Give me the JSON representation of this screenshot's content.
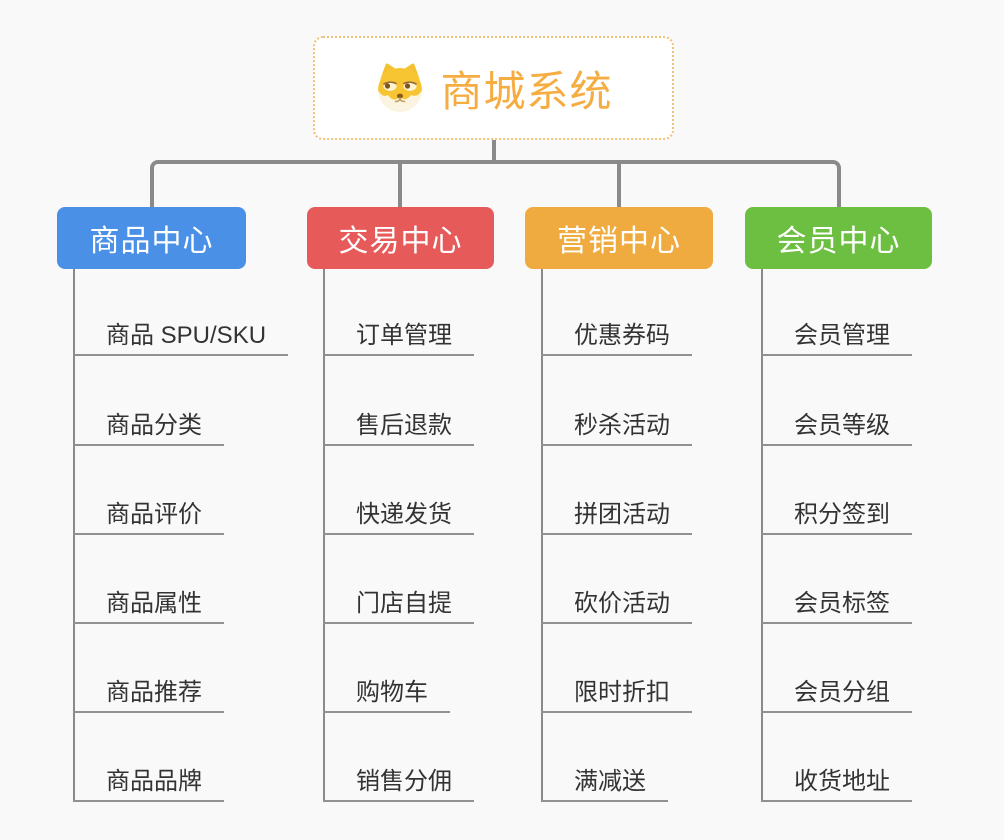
{
  "root": {
    "title": "商城系统",
    "icon": "doge-face-icon"
  },
  "branches": [
    {
      "label": "商品中心",
      "color": "#4A90E6",
      "items": [
        "商品 SPU/SKU",
        "商品分类",
        "商品评价",
        "商品属性",
        "商品推荐",
        "商品品牌"
      ]
    },
    {
      "label": "交易中心",
      "color": "#E65A5A",
      "items": [
        "订单管理",
        "售后退款",
        "快递发货",
        "门店自提",
        "购物车",
        "销售分佣"
      ]
    },
    {
      "label": "营销中心",
      "color": "#EFAB3F",
      "items": [
        "优惠券码",
        "秒杀活动",
        "拼团活动",
        "砍价活动",
        "限时折扣",
        "满减送"
      ]
    },
    {
      "label": "会员中心",
      "color": "#6CBF40",
      "items": [
        "会员管理",
        "会员等级",
        "积分签到",
        "会员标签",
        "会员分组",
        "收货地址"
      ]
    }
  ],
  "colors": {
    "background": "#F9F9F9",
    "connector": "#8A8A8A",
    "item_underline": "#919191",
    "item_text": "#333333",
    "root_text": "#F5AD42",
    "root_border": "#F2C179",
    "branch_text": "#FFFFFF"
  }
}
